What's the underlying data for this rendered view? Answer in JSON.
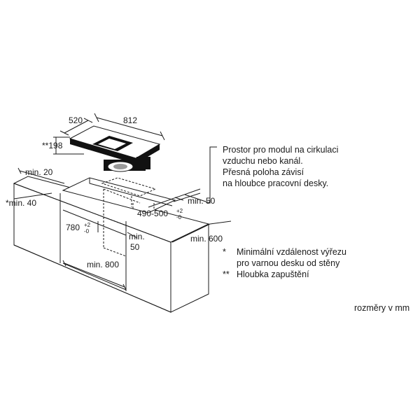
{
  "dimensions": {
    "cooktop_depth": "520",
    "cooktop_width": "812",
    "install_depth": "**198",
    "min_20": "min. 20",
    "min_40": "*min. 40",
    "min_50_top": "min. 50",
    "cutout_depth": "490-500",
    "cutout_depth_tol_up": "+2",
    "cutout_depth_tol_down": "-0",
    "cutout_width": "780",
    "cutout_width_tol_up": "+2",
    "cutout_width_tol_down": "-0",
    "min_50_cabinet_1": "min.",
    "min_50_cabinet_2": "50",
    "min_800": "min. 800",
    "min_600": "min. 600"
  },
  "callout": {
    "lines": [
      "Prostor pro modul na cirkulaci",
      "vzduchu nebo kanál.",
      "Přesná poloha závisí",
      "na hloubce pracovní desky."
    ]
  },
  "notes": [
    {
      "mark": "*",
      "lines": [
        "Minimální vzdálenost výřezu",
        "pro varnou desku od stěny"
      ]
    },
    {
      "mark": "**",
      "lines": [
        "Hloubka zapuštění"
      ]
    }
  ],
  "units_label": "rozměry v mm",
  "colors": {
    "line": "#1a1a1a",
    "glass": "#111111",
    "grey_fill": "#9a9a9a"
  }
}
